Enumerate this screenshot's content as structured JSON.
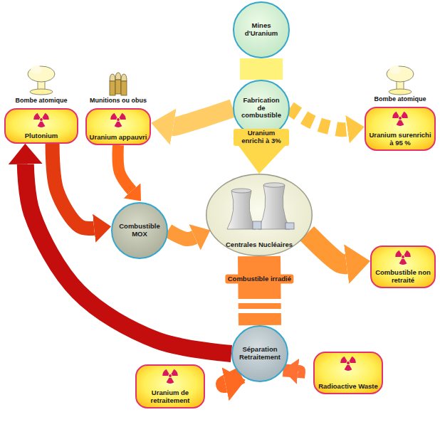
{
  "diagram": {
    "nodes": [
      {
        "text": [
          "Mines d'Uranium"
        ]
      },
      {
        "text": [
          "Fabrication de combustible"
        ]
      },
      {
        "text": [
          "Bombe atomique",
          "Plutonium"
        ]
      },
      {
        "text": [
          "Munitions ou obus",
          "Uranium appauvri"
        ]
      },
      {
        "text": [
          "Bombe atomique",
          "Uranium surenrichi à 95 %"
        ]
      },
      {
        "text": [
          "Combustible MOX"
        ]
      },
      {
        "text": [
          "Centrales Nucléaires"
        ]
      },
      {
        "text": [
          "Combustible non retraité"
        ]
      },
      {
        "text": [
          "Séparation Retraitement"
        ]
      },
      {
        "text": [
          "Uranium de retraitement"
        ]
      },
      {
        "text": [
          "Radioactive Waste"
        ]
      }
    ],
    "edges": [
      {
        "from": 0,
        "to": 1,
        "arrow": "none"
      },
      {
        "from": 1,
        "to": 6,
        "label": "Uranium enrichi à 3%",
        "arrow": "to"
      },
      {
        "from": 1,
        "to": 3,
        "arrow": "to"
      },
      {
        "from": 1,
        "to": 4,
        "arrow": "to"
      },
      {
        "from": 6,
        "to": 7,
        "arrow": "to"
      },
      {
        "from": 6,
        "to": 8,
        "label": "Combustible irradié",
        "arrow": "none"
      },
      {
        "from": 8,
        "to": 2,
        "arrow": "to"
      },
      {
        "from": 2,
        "to": 5,
        "arrow": "to"
      },
      {
        "from": 3,
        "to": 5,
        "arrow": "to"
      },
      {
        "from": 5,
        "to": 6,
        "arrow": "to"
      },
      {
        "from": 8,
        "to": 9,
        "arrow": "to"
      },
      {
        "from": 8,
        "to": 10,
        "arrow": "to"
      }
    ]
  }
}
